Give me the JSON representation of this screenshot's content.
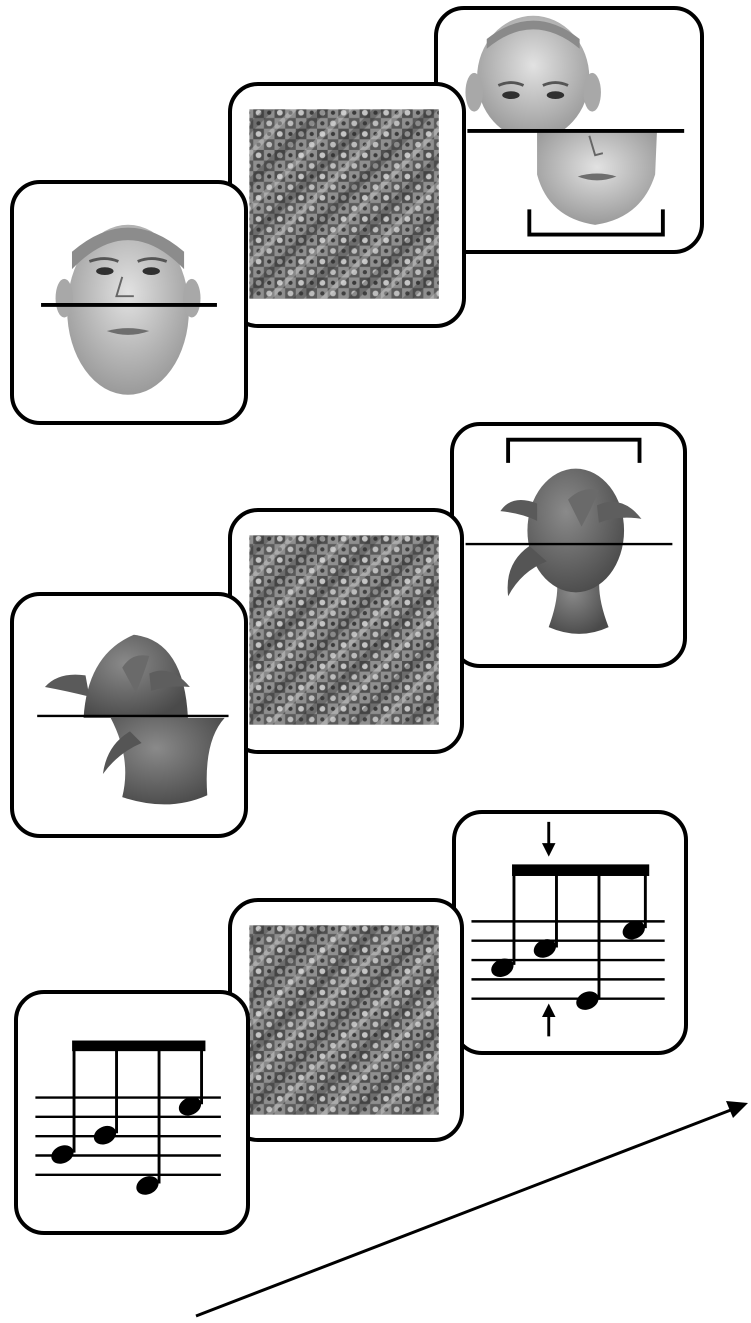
{
  "figure": {
    "rows": [
      {
        "category": "face",
        "sequence": [
          "study-face-split",
          "mask-pattern",
          "test-face-misaligned"
        ]
      },
      {
        "category": "greeble",
        "sequence": [
          "study-greeble-misaligned",
          "mask-pattern",
          "test-greeble-split"
        ]
      },
      {
        "category": "music-notation",
        "sequence": [
          "study-notes",
          "mask-pattern",
          "test-notes-with-arrows"
        ]
      }
    ],
    "time_arrow": {
      "direction": "up-right"
    }
  },
  "colors": {
    "frame": "#000000",
    "background": "#ffffff",
    "skin": "#c9c9c9",
    "greeble": "#666666",
    "mask_dark": "#4a4a4a",
    "mask_light": "#bdbdbd"
  }
}
